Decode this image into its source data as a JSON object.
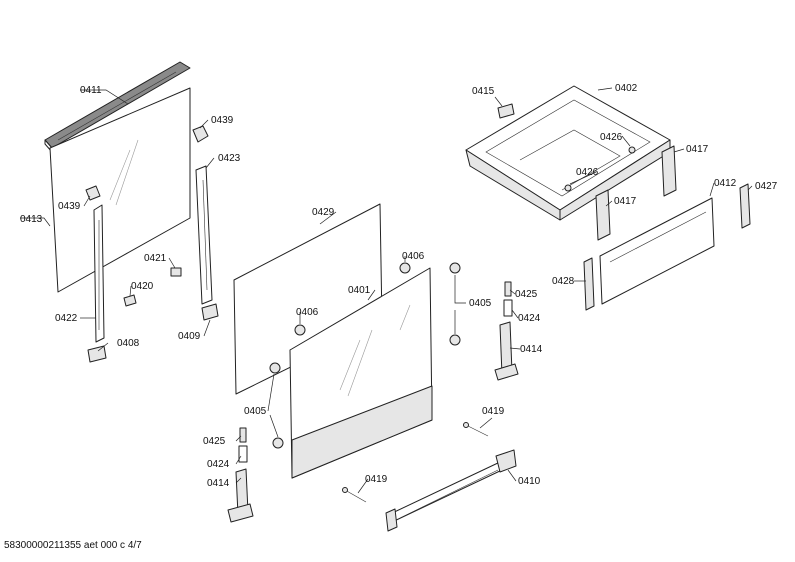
{
  "labels": {
    "l0411": "0411",
    "l0439a": "0439",
    "l0423": "0423",
    "l0413": "0413",
    "l0439b": "0439",
    "l0421": "0421",
    "l0420": "0420",
    "l0422": "0422",
    "l0408": "0408",
    "l0409": "0409",
    "l0429": "0429",
    "l0406a": "0406",
    "l0406b": "0406",
    "l0401": "0401",
    "l0405a": "0405",
    "l0405b": "0405",
    "l0425a": "0425",
    "l0424a": "0424",
    "l0414a": "0414",
    "l0425b": "0425",
    "l0424b": "0424",
    "l0414b": "0414",
    "l0419a": "0419",
    "l0419b": "0419",
    "l0410": "0410",
    "l0415": "0415",
    "l0402": "0402",
    "l0426a": "0426",
    "l0426b": "0426",
    "l0417a": "0417",
    "l0417b": "0417",
    "l0412": "0412",
    "l0427": "0427",
    "l0428": "0428"
  },
  "footer": "58300000211355 aet 000 c 4/7"
}
